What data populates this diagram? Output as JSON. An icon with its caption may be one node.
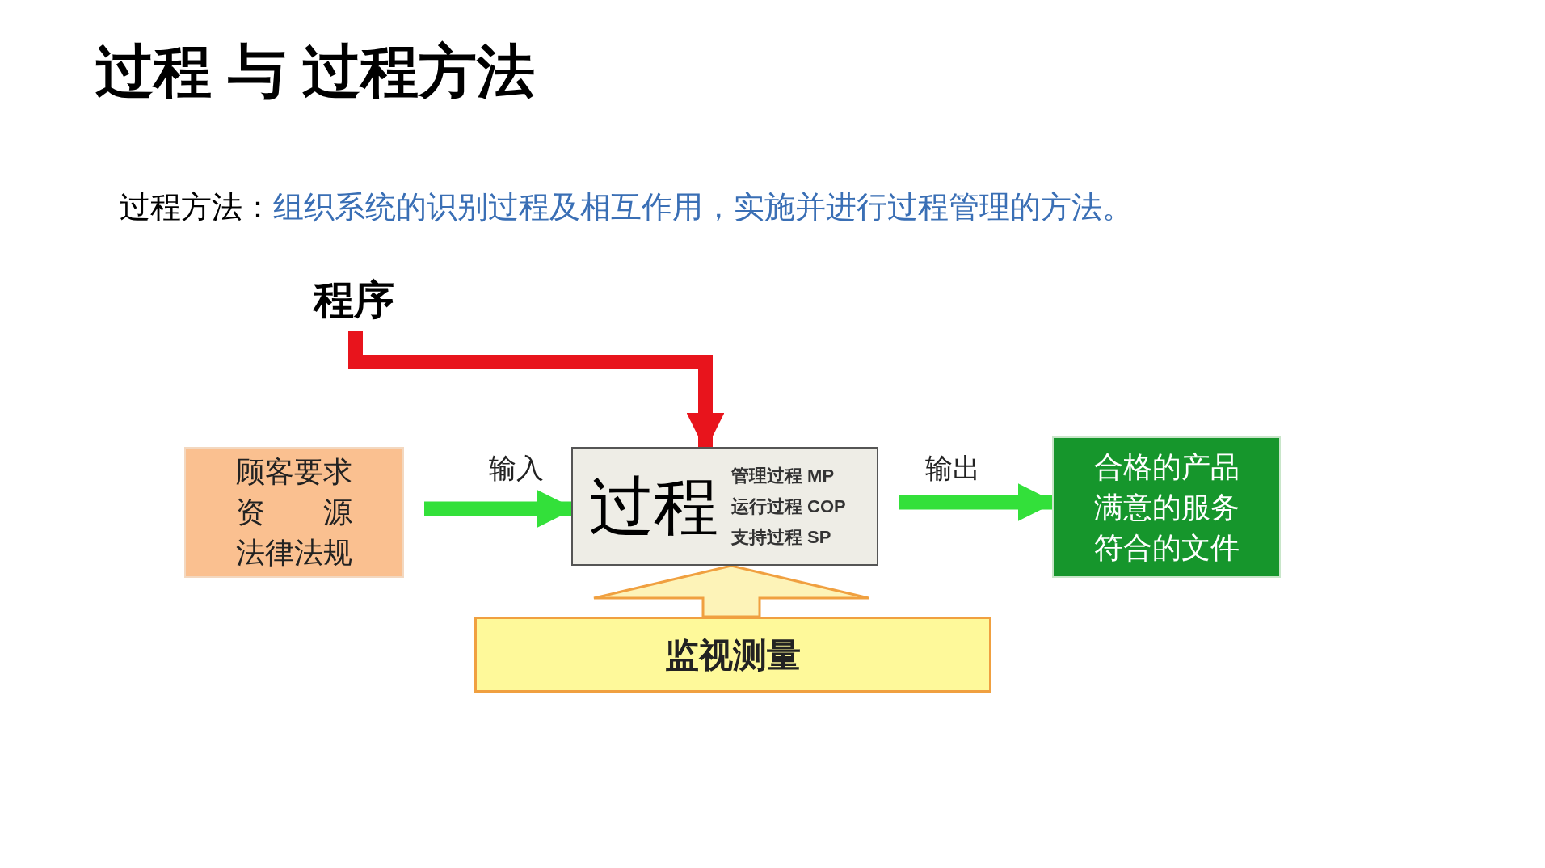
{
  "diagram": {
    "title": "过程 与 过程方法",
    "nodes": [
      {
        "text": [
          "程序"
        ]
      },
      {
        "text": [
          "顾客要求",
          "资　　源",
          "法律法规"
        ]
      },
      {
        "text": [
          "过程",
          "管理过程 MP",
          "运行过程 COP",
          "支持过程 SP"
        ]
      },
      {
        "text": [
          "合格的产品",
          "满意的服务",
          "符合的文件"
        ]
      },
      {
        "text": [
          "监视测量"
        ]
      }
    ],
    "edges": [
      {
        "from": 0,
        "to": 2,
        "arrow": "to",
        "color": "#e8141c"
      },
      {
        "from": 1,
        "to": 2,
        "arrow": "to",
        "label": "输入",
        "color": "#33e03a"
      },
      {
        "from": 2,
        "to": 3,
        "arrow": "to",
        "label": "输出",
        "color": "#33e03a"
      },
      {
        "from": 4,
        "to": 2,
        "arrow": "to",
        "color": "#f0a040"
      }
    ],
    "labels": [
      "过程方法：",
      "组织系统的识别过程及相互作用，实施并进行过程管理的方法。"
    ]
  }
}
